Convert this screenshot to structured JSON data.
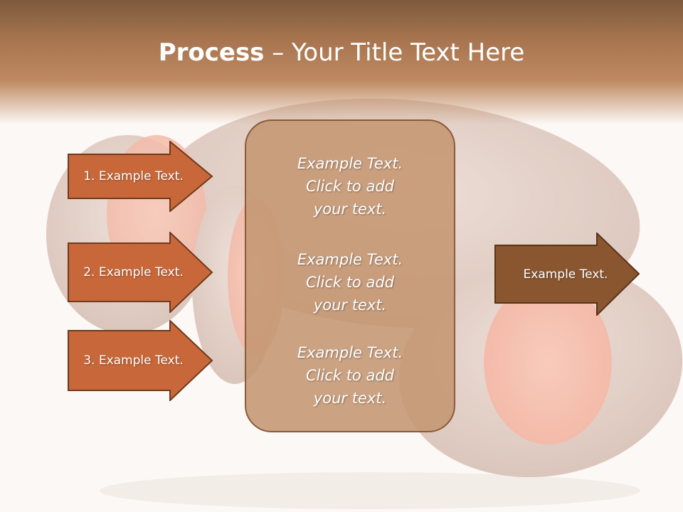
{
  "slide": {
    "title_bold": "Process",
    "title_rest": " – Your Title Text Here",
    "colors": {
      "header": "#a5734e",
      "left_arrow_fill": "#c8683a",
      "right_arrow_fill": "#8a5630",
      "arrow_border": "#6e3a1c",
      "center_box_fill": "#c49672"
    }
  },
  "left_arrows": [
    {
      "label": "1. Example Text."
    },
    {
      "label": "2. Example Text."
    },
    {
      "label": "3. Example Text."
    }
  ],
  "center_box": {
    "blocks": [
      {
        "text": "Example Text.\nClick  to add\nyour text."
      },
      {
        "text": "Example Text.\nClick  to add\nyour text."
      },
      {
        "text": "Example Text.\nClick  to add\nyour text."
      }
    ]
  },
  "right_arrow": {
    "label": "Example Text."
  },
  "background_image": {
    "subject": "sweet-potato-photo"
  }
}
